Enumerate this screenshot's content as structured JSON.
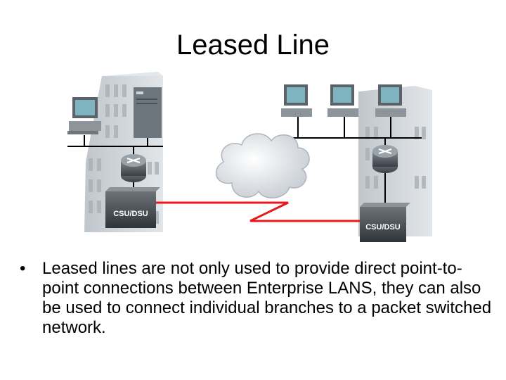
{
  "slide": {
    "title": "Leased Line",
    "bullet": "Leased lines are not only used to provide direct point-to-point connections between Enterprise LANS, they can also be used to connect individual branches to a packet switched network."
  },
  "diagram": {
    "left_site": {
      "device_label": "CSU/DSU"
    },
    "right_site": {
      "device_label": "CSU/DSU"
    },
    "link_color": "#e8191d",
    "cloud_color": "#d9dde3",
    "building_color": "#c9ced3"
  }
}
